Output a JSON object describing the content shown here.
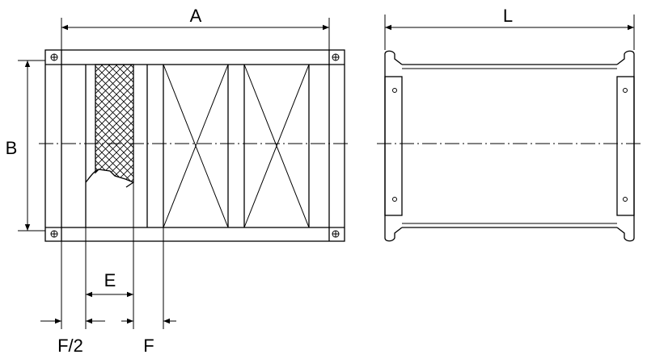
{
  "labels": {
    "A": "A",
    "B": "B",
    "E": "E",
    "F_half": "F/2",
    "F": "F",
    "L": "L"
  }
}
